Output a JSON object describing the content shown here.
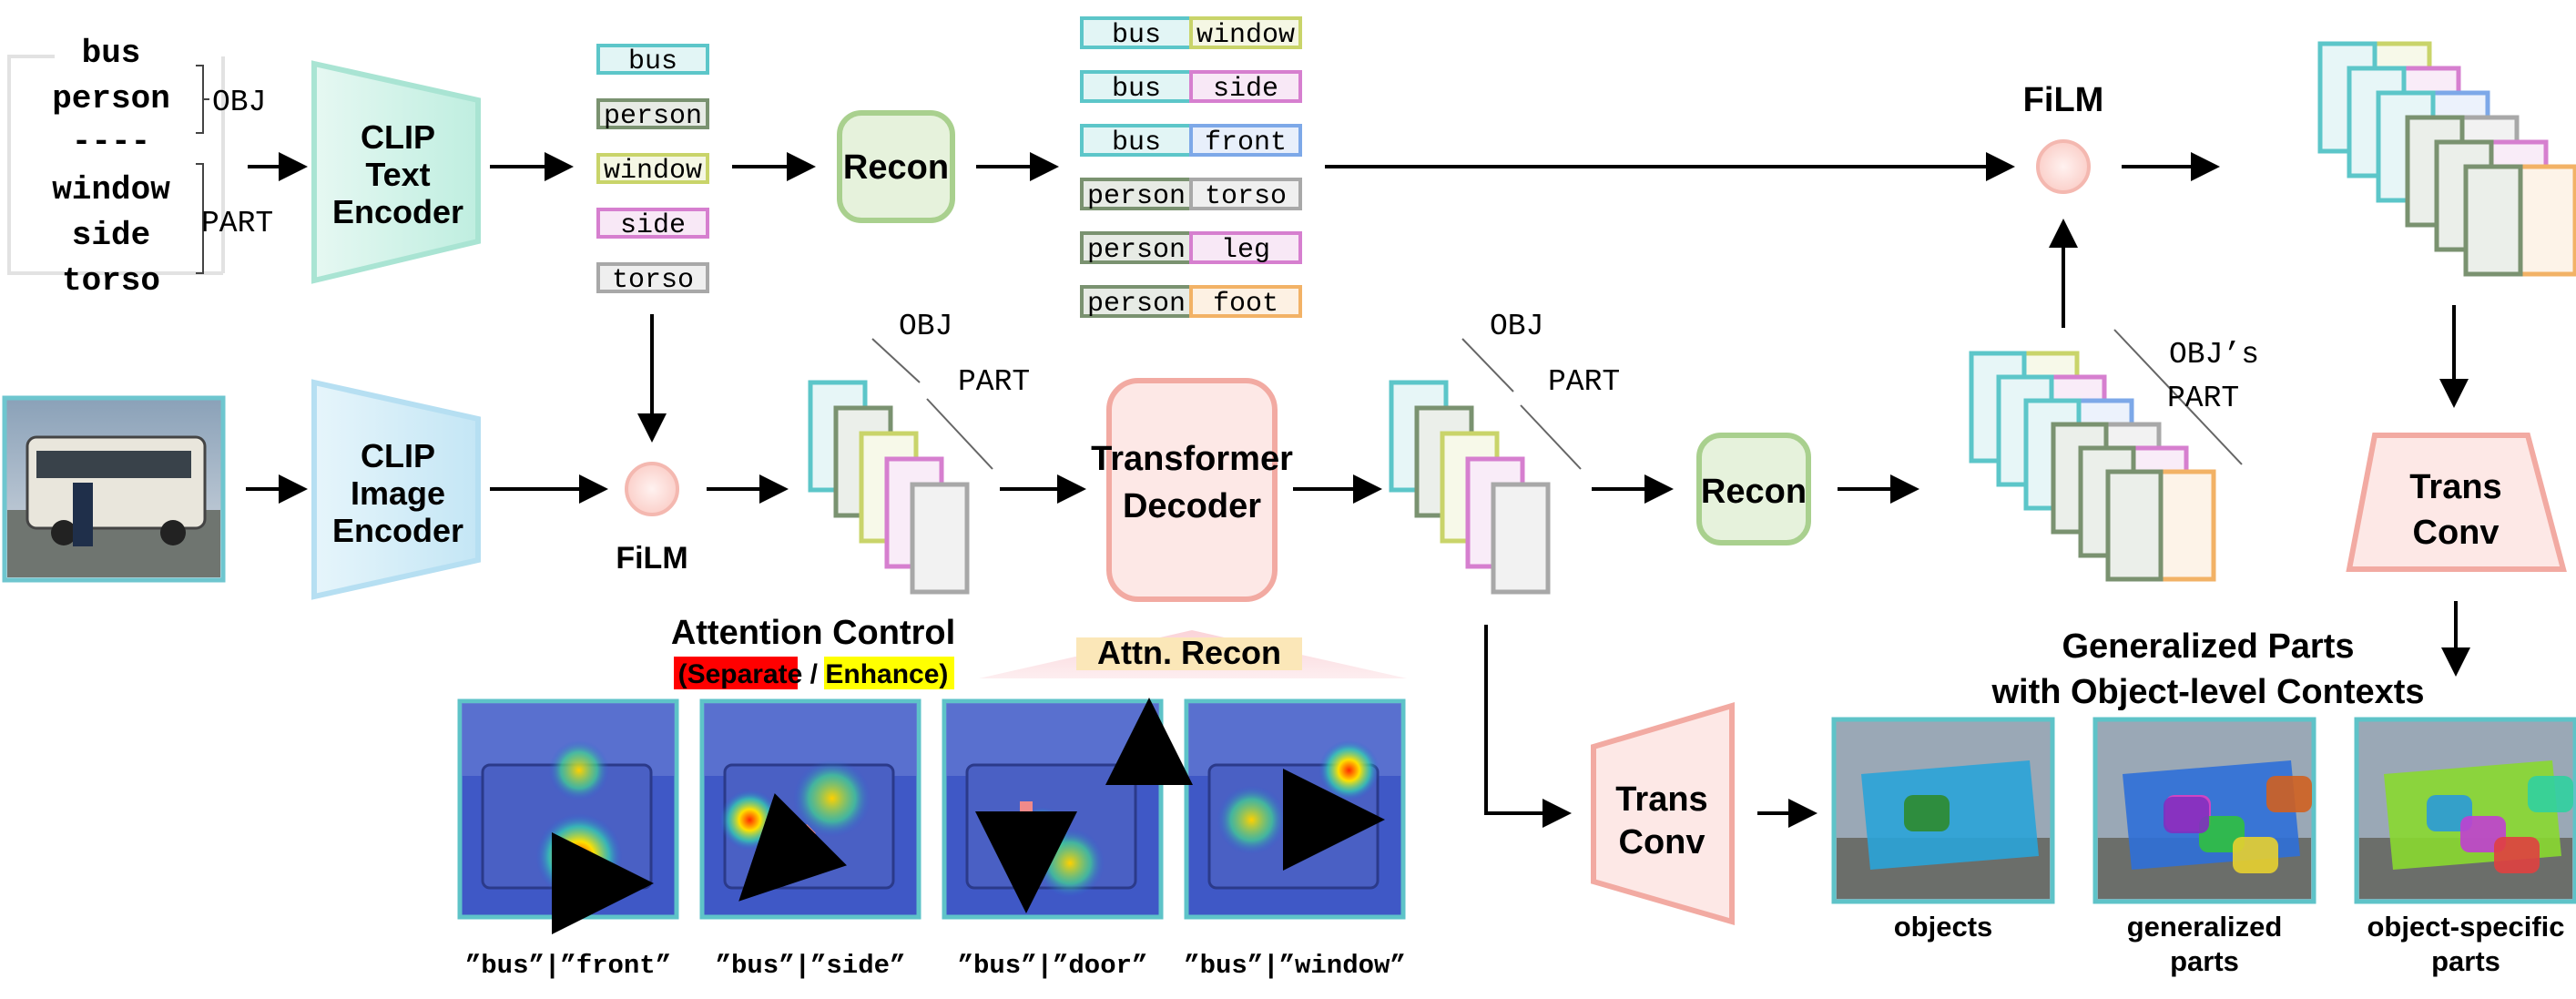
{
  "inputs": {
    "obj_words": [
      "bus",
      "person"
    ],
    "separator": "----",
    "part_words": [
      "window",
      "side",
      "torso"
    ],
    "obj_label": "OBJ",
    "part_label": "PART"
  },
  "modules": {
    "clip_text": [
      "CLIP",
      "Text",
      "Encoder"
    ],
    "clip_image": [
      "CLIP",
      "Image",
      "Encoder"
    ],
    "film": "FiLM",
    "recon": "Recon",
    "transformer": [
      "Transformer",
      "Decoder"
    ],
    "trans_conv": [
      "Trans",
      "Conv"
    ]
  },
  "token_list": [
    "bus",
    "person",
    "window",
    "side",
    "torso"
  ],
  "pairs": [
    [
      "bus",
      "window"
    ],
    [
      "bus",
      "side"
    ],
    [
      "bus",
      "front"
    ],
    [
      "person",
      "torso"
    ],
    [
      "person",
      "leg"
    ],
    [
      "person",
      "foot"
    ]
  ],
  "stack_labels": {
    "obj": "OBJ",
    "part": "PART",
    "objs_part": [
      "OBJ’s",
      "PART"
    ]
  },
  "attention": {
    "title": "Attention Control",
    "paren_open": "(",
    "separate": "Separate",
    "slash": " / ",
    "enhance": "Enhance",
    "paren_close": ")",
    "attn_recon": "Attn. Recon",
    "captions": [
      "”bus”|”front”",
      "”bus”|”side”",
      "”bus”|”door”",
      "”bus”|”window”"
    ]
  },
  "outputs": {
    "heading": [
      "Generalized Parts",
      "with Object-level Contexts"
    ],
    "labels": [
      [
        "objects"
      ],
      [
        "generalized",
        "parts"
      ],
      [
        "object-specific",
        "parts"
      ]
    ]
  },
  "colors": {
    "bus": "#5cc6c9",
    "person": "#7a9270",
    "window": "#c9d46a",
    "side": "#d67fcf",
    "torso": "#a8a8a8",
    "front": "#7da8e8",
    "leg": "#d67fcf",
    "foot": "#f2b266",
    "recon_fill": "#e6f2dc",
    "recon_stroke": "#a9d08e",
    "salmon_stroke": "#f2aaa2",
    "salmon_fill": "#fde8e6",
    "separate_bg": "#ff0000",
    "enhance_bg": "#ffff00"
  }
}
